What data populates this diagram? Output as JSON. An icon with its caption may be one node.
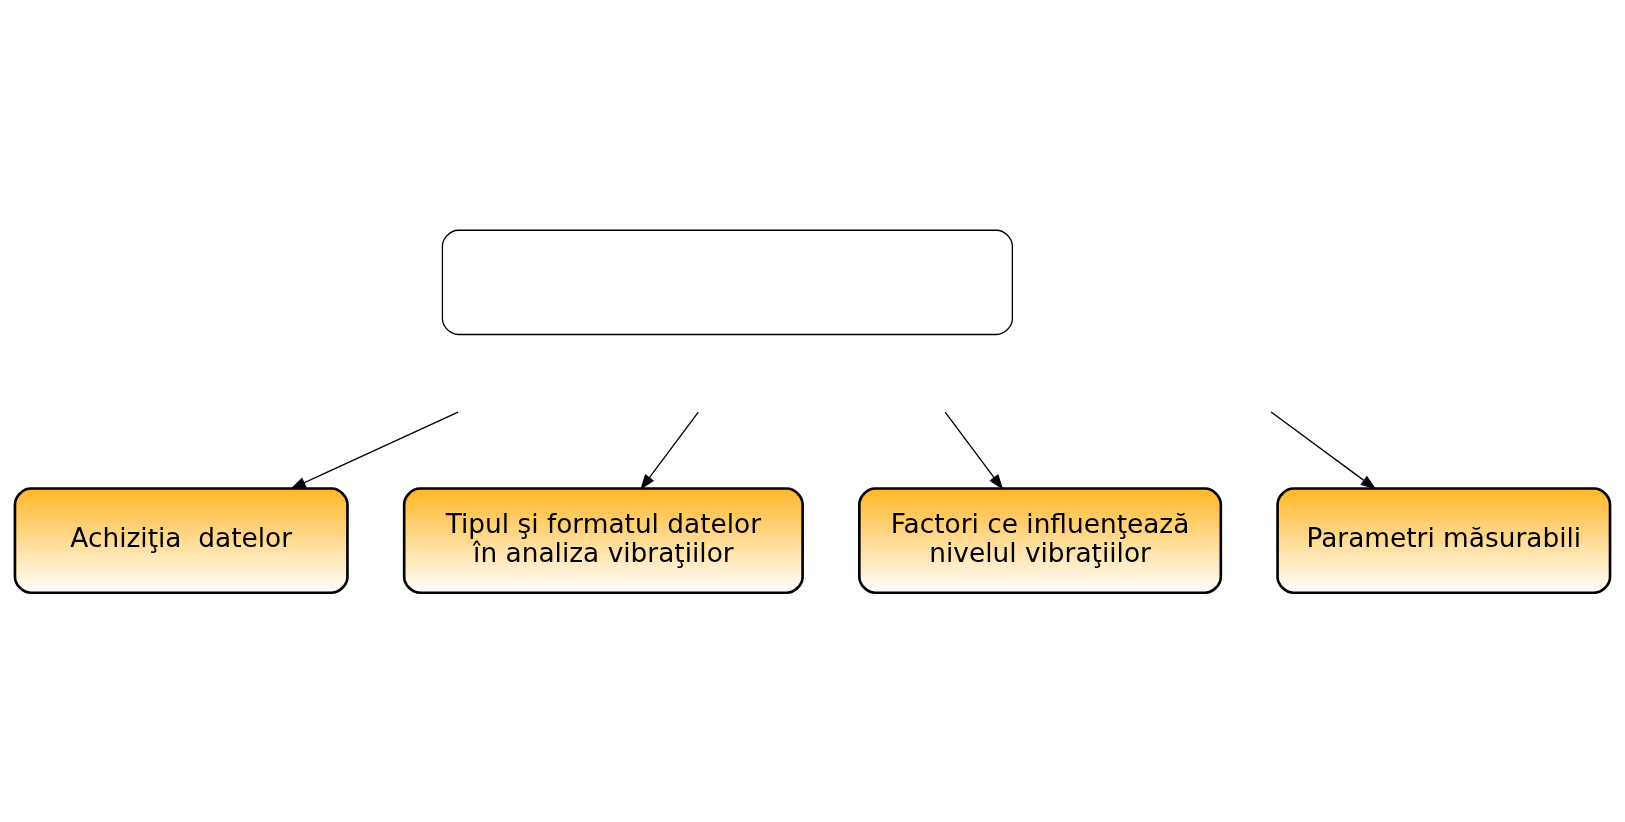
{
  "diagram": {
    "nodes": [
      {
        "text": [],
        "shape": "box"
      },
      {
        "text": [
          "Parametri măsurabili"
        ]
      },
      {
        "text": [
          "Factori ce influenţează nivelul vibraţiilor"
        ]
      },
      {
        "text": [
          "Achiziţia  datelor"
        ]
      },
      {
        "text": [
          "Tipul şi formatul datelor în analiza vibraţiilor"
        ]
      }
    ],
    "edges": [
      {
        "from": null,
        "to": 3,
        "arrow": "to"
      },
      {
        "from": null,
        "to": 4,
        "arrow": "to"
      },
      {
        "from": null,
        "to": 2,
        "arrow": "to"
      },
      {
        "from": null,
        "to": 1,
        "arrow": "to"
      }
    ]
  }
}
